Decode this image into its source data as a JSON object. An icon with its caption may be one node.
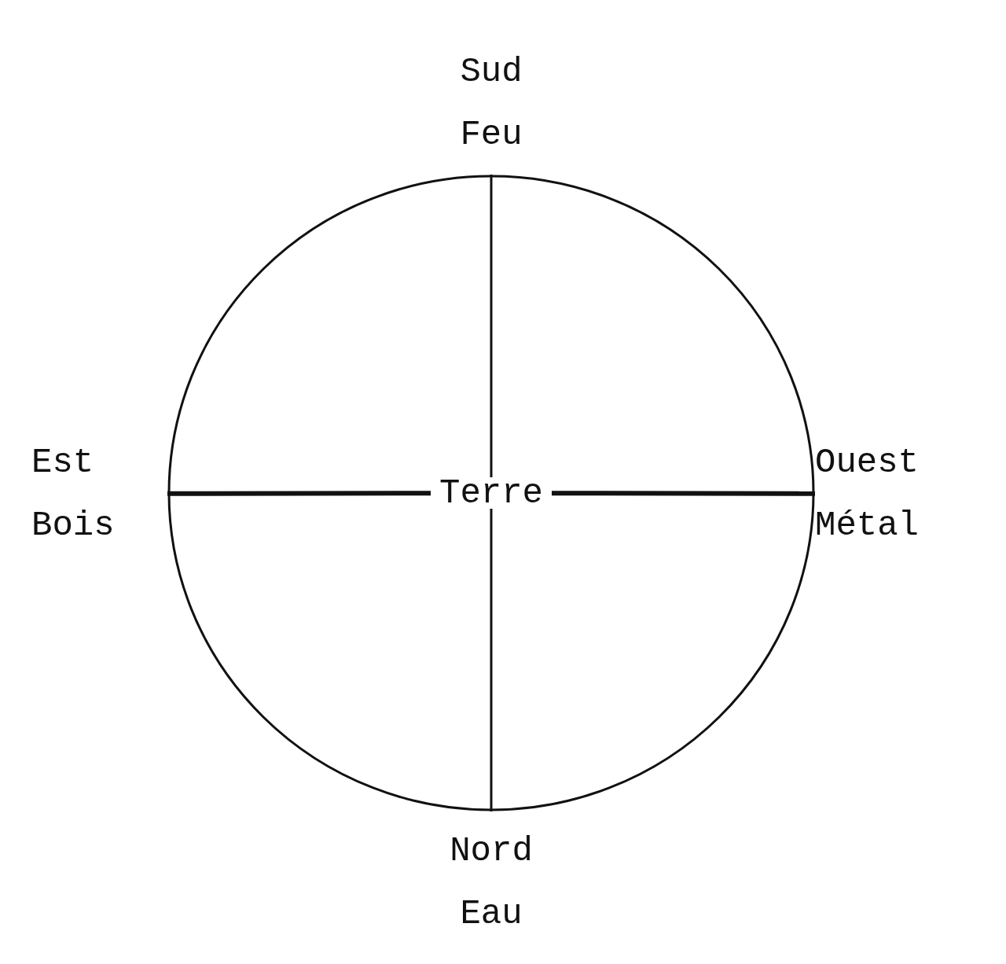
{
  "diagram": {
    "nodes": [
      {
        "text": [
          "Sud",
          "Feu"
        ]
      },
      {
        "text": [],
        "shape": "circle"
      },
      {
        "text": [
          "Est",
          "Bois"
        ]
      },
      {
        "text": [
          "Terre"
        ],
        "in": 1
      },
      {
        "text": [
          "Ouest",
          "Métal"
        ]
      },
      {
        "text": [
          "Nord",
          "Eau"
        ]
      }
    ],
    "edges": [
      {
        "from": 3,
        "to": 0,
        "arrow": "none"
      },
      {
        "from": 3,
        "to": 2,
        "arrow": "none",
        "style": "thick"
      },
      {
        "from": 3,
        "to": 4,
        "arrow": "none",
        "style": "thick"
      },
      {
        "from": 3,
        "to": 5,
        "arrow": "none"
      }
    ]
  }
}
